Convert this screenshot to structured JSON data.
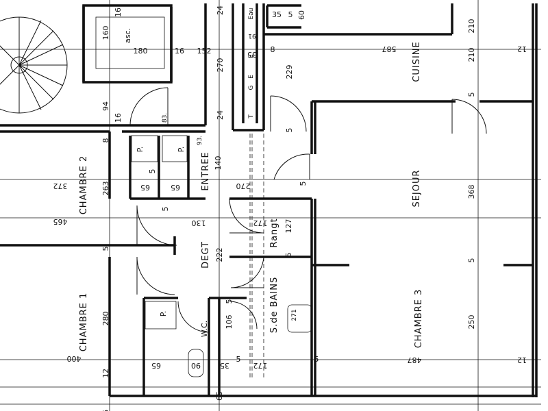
{
  "rooms": {
    "chambre1": "CHAMBRE 1",
    "chambre2": "CHAMBRE 2",
    "chambre3": "CHAMBRE 3",
    "sejour": "SEJOUR",
    "cuisine": "CUISINE",
    "entree": "ENTREE",
    "degt": "DEGT",
    "sdb": "S.de BAINS",
    "rangt": "Rangt",
    "wc": "W.C.",
    "asc": "asc.",
    "p": "P.",
    "eau": "Eau",
    "g": "G",
    "t": "T",
    "e": "E"
  },
  "dims": {
    "d16a": "16",
    "d160": "160",
    "d180": "180",
    "d16b": "16",
    "d152": "152",
    "d24a": "24",
    "d270a": "270",
    "d24b": "24",
    "d16c": "16",
    "d94": "94",
    "d83": "83.",
    "d8a": "8",
    "d372": "372",
    "d263": "263",
    "d465": "465",
    "d5a": "5",
    "d280": "280",
    "d400": "400",
    "d12a": "12",
    "d16d": "16",
    "d65a": "65",
    "d65b": "65",
    "d5b": "5",
    "d93": "93.",
    "d140": "140",
    "d270b": "270",
    "d130": "130",
    "d222": "222",
    "d106": "106",
    "d5c": "5",
    "d65c": "65",
    "d90": "90",
    "d35a": "35",
    "d5d": "5",
    "d172a": "172",
    "d172b": "172",
    "d127": "127",
    "d5e": "5",
    "d271": "271",
    "d35b": "35",
    "d5f": "5",
    "d60": "60",
    "d35c": "35",
    "d91": "91",
    "d8b": "8",
    "d229": "229",
    "d5g": "5",
    "d587": "587",
    "d210": "210",
    "d12b": "12",
    "d5h": "5",
    "d368": "368",
    "d5i": "5",
    "d250": "250",
    "d5j": "5",
    "d487": "487",
    "d12c": "12",
    "d5k": "5",
    "d5l": "5",
    "d65d": "65",
    "d210b": "210"
  }
}
